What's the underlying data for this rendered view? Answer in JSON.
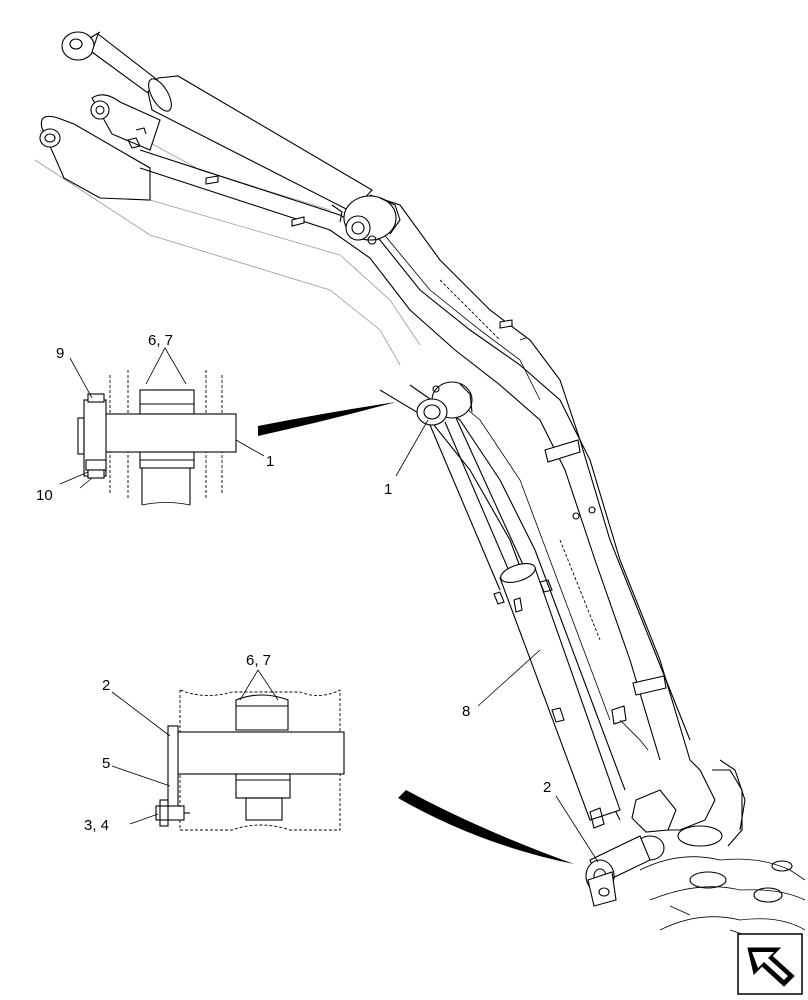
{
  "diagram": {
    "callouts": {
      "c_1_top": "1",
      "c_1_main": "1",
      "c_2_bottom": "2",
      "c_2_main": "2",
      "c_3_4": "3, 4",
      "c_5": "5",
      "c_6_7_top": "6, 7",
      "c_6_7_bottom": "6, 7",
      "c_8": "8",
      "c_9": "9",
      "c_10": "10"
    },
    "icons": {
      "nav": "next-page-arrow-icon"
    },
    "colors": {
      "line": "#000000",
      "faint": "#9a9a9a",
      "background": "#ffffff"
    }
  }
}
